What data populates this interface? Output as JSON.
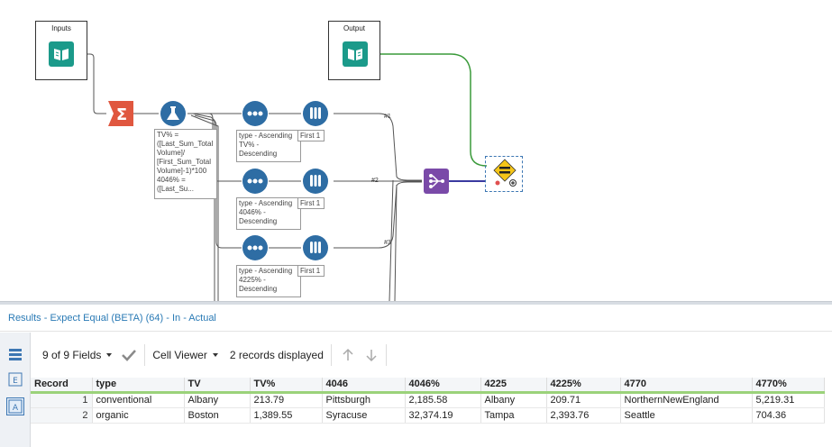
{
  "canvas": {
    "containers": [
      {
        "name": "inputs-container",
        "title": "Inputs"
      },
      {
        "name": "output-container",
        "title": "Output"
      }
    ],
    "annotations": {
      "formula": [
        "TV% =",
        "([Last_Sum_Total",
        "Volume]/",
        "[First_Sum_Total",
        "Volume]-1)*100",
        "4046% =",
        "([Last_Su..."
      ],
      "sort1": [
        "type - Ascending",
        "TV% -",
        "Descending"
      ],
      "sort2": [
        "type - Ascending",
        "4046% -",
        "Descending"
      ],
      "sort3": [
        "type - Ascending",
        "4225% -",
        "Descending"
      ],
      "sample1": "First 1",
      "sample2": "First 1",
      "sample3": "First 1"
    },
    "anchor_labels": [
      "#1",
      "#2",
      "#3"
    ],
    "colors": {
      "input_tool": "#1b9a8a",
      "summarize_tool": "#e0573f",
      "formula_tool": "#2e6da4",
      "sort_tool": "#2e6da4",
      "sample_tool": "#2e6da4",
      "union_tool": "#7a4aa8",
      "expect_tool": "#f5c518",
      "green_wire": "#3a9a3a",
      "blue_wire": "#3a3aa0"
    }
  },
  "results": {
    "title": "Results - Expect Equal (BETA) (64) - In - Actual",
    "toolbar": {
      "fields_label": "9 of 9 Fields",
      "viewer_label": "Cell Viewer",
      "records_label": "2 records displayed"
    },
    "sidebar_icons": [
      "table-view-icon",
      "metadata-icon",
      "data-profile-icon"
    ],
    "columns": [
      "Record",
      "type",
      "TV",
      "TV%",
      "4046",
      "4046%",
      "4225",
      "4225%",
      "4770",
      "4770%"
    ],
    "rows": [
      [
        "1",
        "conventional",
        "Albany",
        "213.79",
        "Pittsburgh",
        "2,185.58",
        "Albany",
        "209.71",
        "NorthernNewEngland",
        "5,219.31"
      ],
      [
        "2",
        "organic",
        "Boston",
        "1,389.55",
        "Syracuse",
        "32,374.19",
        "Tampa",
        "2,393.76",
        "Seattle",
        "704.36"
      ]
    ]
  }
}
